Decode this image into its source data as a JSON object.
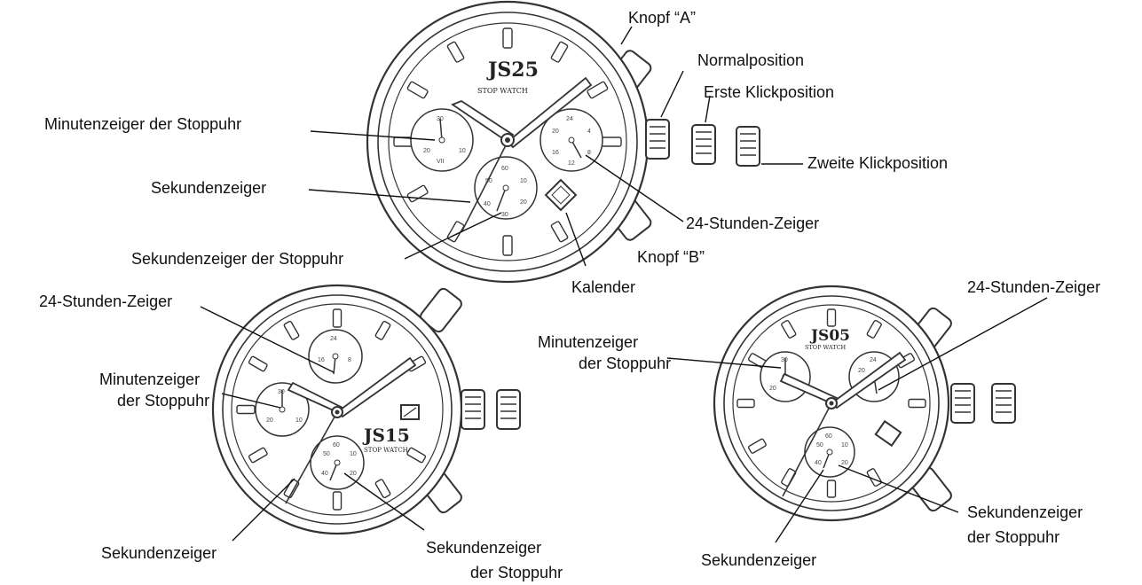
{
  "watch_top": {
    "brand": "JS25",
    "subtitle": "STOP WATCH",
    "labels": {
      "knopf_a": "Knopf “A”",
      "normalposition": "Normalposition",
      "erste_klickposition": "Erste Klickposition",
      "zweite_klickposition": "Zweite Klickposition",
      "minutenzeiger_stoppuhr": "Minutenzeiger der Stoppuhr",
      "sekundenzeiger": "Sekundenzeiger",
      "stunden_zeiger_24": "24-Stunden-Zeiger",
      "sekundenzeiger_stoppuhr": "Sekundenzeiger der Stoppuhr",
      "knopf_b": "Knopf “B”",
      "kalender": "Kalender"
    }
  },
  "watch_left": {
    "brand": "JS15",
    "subtitle": "STOP WATCH",
    "labels": {
      "stunden_zeiger_24": "24-Stunden-Zeiger",
      "minutenzeiger_line1": "Minutenzeiger",
      "minutenzeiger_line2": "der Stoppuhr",
      "sekundenzeiger": "Sekundenzeiger",
      "sekundenzeiger_stoppuhr_line1": "Sekundenzeiger",
      "sekundenzeiger_stoppuhr_line2": "der Stoppuhr"
    }
  },
  "watch_right": {
    "brand": "JS05",
    "subtitle": "STOP WATCH",
    "labels": {
      "stunden_zeiger_24": "24-Stunden-Zeiger",
      "minutenzeiger_line1": "Minutenzeiger",
      "minutenzeiger_line2": "der Stoppuhr",
      "sekundenzeiger": "Sekundenzeiger",
      "sekundenzeiger_stoppuhr_line1": "Sekundenzeiger",
      "sekundenzeiger_stoppuhr_line2": "der Stoppuhr"
    }
  },
  "subdials": {
    "minute_register": [
      "30",
      "20",
      "10"
    ],
    "hour24_register": [
      "24",
      "20",
      "4",
      "8",
      "12",
      "16"
    ],
    "seconds_register": [
      "60",
      "10",
      "20",
      "30",
      "40",
      "50"
    ]
  }
}
